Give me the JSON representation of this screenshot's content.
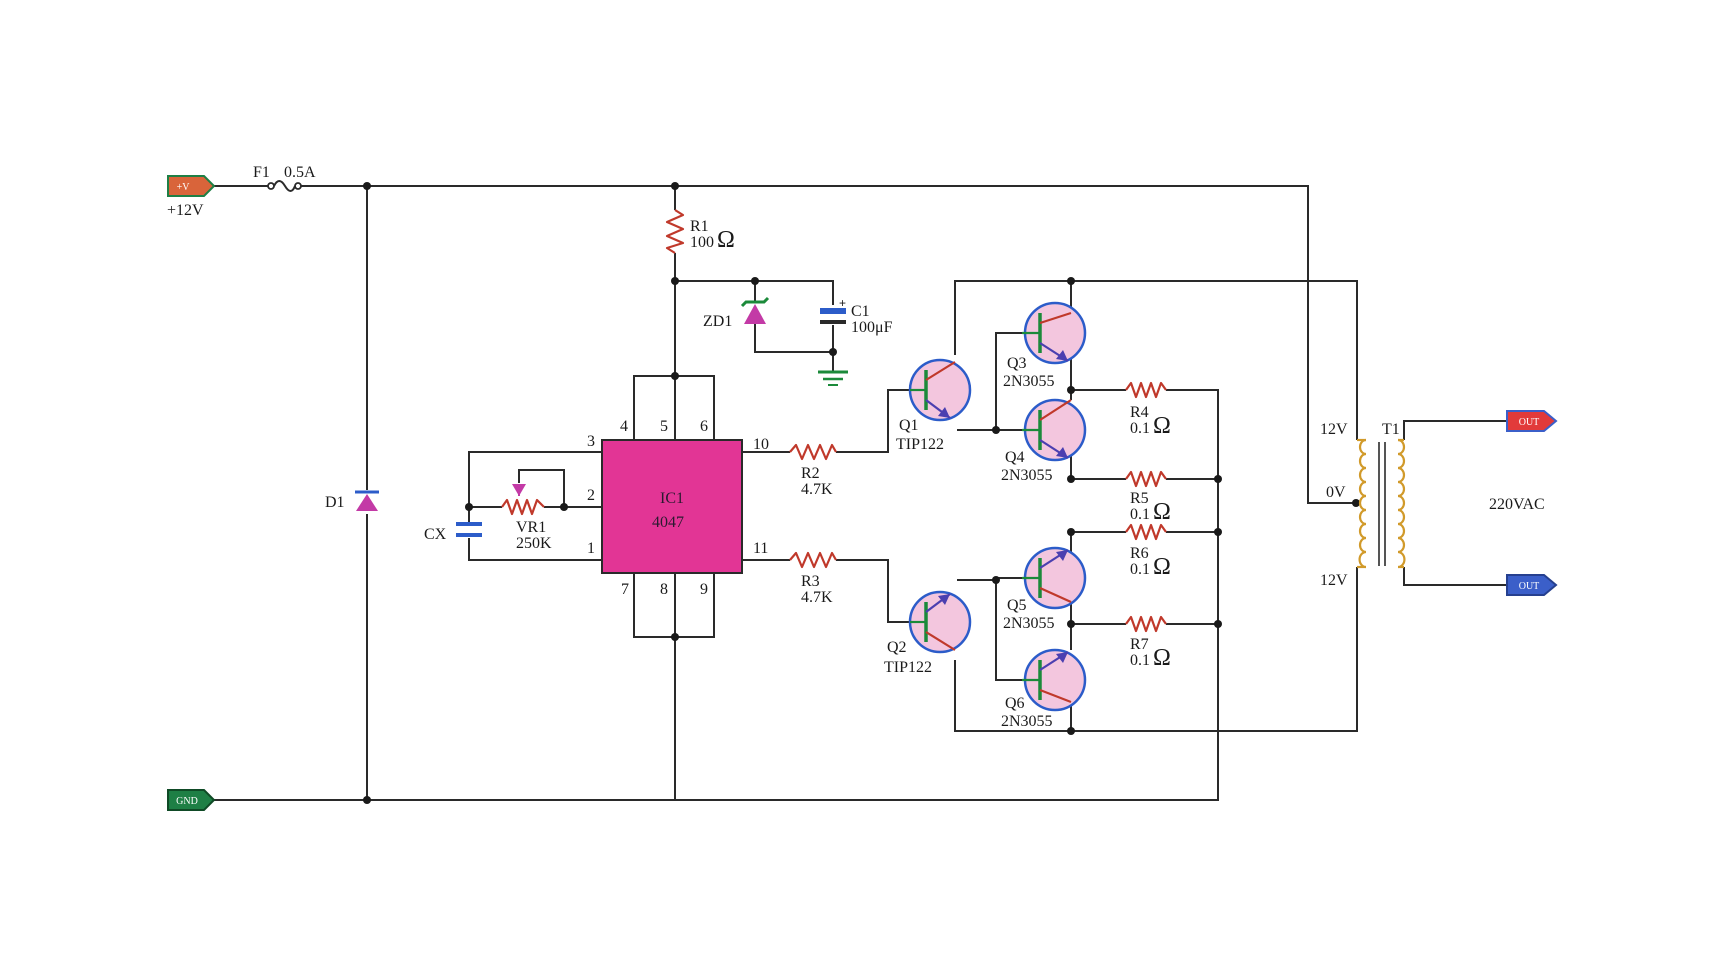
{
  "inputs": {
    "vplus_tag": "+V",
    "vplus_label": "+12V",
    "gnd_tag": "GND"
  },
  "fuse": {
    "ref": "F1",
    "value": "0.5A"
  },
  "r1": {
    "ref": "R1",
    "value": "100",
    "unit": "Ω"
  },
  "zd1": {
    "ref": "ZD1"
  },
  "c1": {
    "ref": "C1",
    "value": "100μF"
  },
  "d1": {
    "ref": "D1"
  },
  "cx": {
    "ref": "CX"
  },
  "vr1": {
    "ref": "VR1",
    "value": "250K"
  },
  "ic1": {
    "ref": "IC1",
    "part": "4047",
    "pins": {
      "p1": "1",
      "p2": "2",
      "p3": "3",
      "p4": "4",
      "p5": "5",
      "p6": "6",
      "p7": "7",
      "p8": "8",
      "p9": "9",
      "p10": "10",
      "p11": "11"
    }
  },
  "r2": {
    "ref": "R2",
    "value": "4.7K"
  },
  "r3": {
    "ref": "R3",
    "value": "4.7K"
  },
  "q1": {
    "ref": "Q1",
    "part": "TIP122"
  },
  "q2": {
    "ref": "Q2",
    "part": "TIP122"
  },
  "q3": {
    "ref": "Q3",
    "part": "2N3055"
  },
  "q4": {
    "ref": "Q4",
    "part": "2N3055"
  },
  "q5": {
    "ref": "Q5",
    "part": "2N3055"
  },
  "q6": {
    "ref": "Q6",
    "part": "2N3055"
  },
  "r4": {
    "ref": "R4",
    "value": "0.1",
    "unit": "Ω"
  },
  "r5": {
    "ref": "R5",
    "value": "0.1",
    "unit": "Ω"
  },
  "r6": {
    "ref": "R6",
    "value": "0.1",
    "unit": "Ω"
  },
  "r7": {
    "ref": "R7",
    "value": "0.1",
    "unit": "Ω"
  },
  "t1": {
    "ref": "T1",
    "top_tap": "12V",
    "center_tap": "0V",
    "bottom_tap": "12V"
  },
  "outputs": {
    "out1_tag": "OUT",
    "out2_tag": "OUT",
    "voltage": "220VAC"
  },
  "colors": {
    "vplus": "#d9643a",
    "gnd": "#1e7f45",
    "out_top": "#e23a3a",
    "out_bottom": "#3b5fc9",
    "ic_fill": "#e23595",
    "transistor_fill": "#f3c6de",
    "transistor_ring": "#2c5cc9",
    "resistor": "#c0392b",
    "coil": "#d19a2a"
  },
  "icons": {
    "fuse": "fuse-icon",
    "diode": "diode-icon",
    "zener": "zener-diode-icon",
    "capacitor": "capacitor-icon",
    "ground": "ground-icon",
    "potentiometer": "potentiometer-icon",
    "resistor": "resistor-icon",
    "transistor": "npn-transistor-icon",
    "transformer": "transformer-icon"
  }
}
